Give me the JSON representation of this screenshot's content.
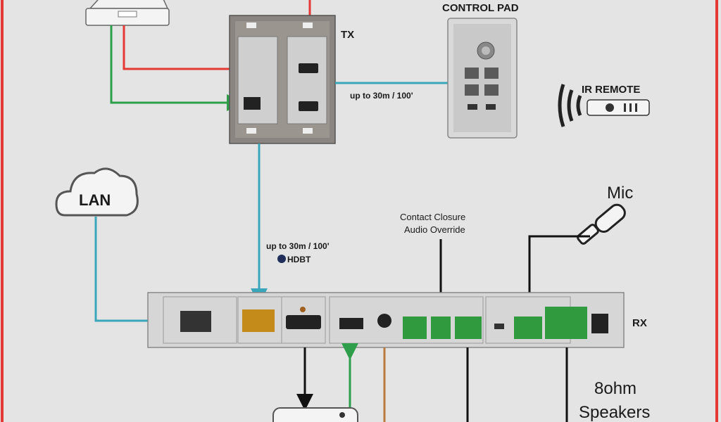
{
  "labels": {
    "control_pad": "CONTROL PAD",
    "tx": "TX",
    "rx": "RX",
    "distance_top": "up to 30m / 100'",
    "distance_mid": "up to 30m / 100'",
    "hdbt": "HDBT",
    "ir_remote": "IR REMOTE",
    "lan": "LAN",
    "mic": "Mic",
    "contact_closure_line1": "Contact Closure",
    "contact_closure_line2": "Audio Override",
    "speakers_line1": "8ohm",
    "speakers_line2": "Speakers"
  },
  "colors": {
    "frame": "#e53935",
    "hdmi_line": "#e53935",
    "usb_line": "#2e9e4a",
    "hdbt_line": "#3aa6b9",
    "lan_line": "#3aa6b9",
    "audio_line": "#111111",
    "rs232_line": "#b87a3d"
  }
}
